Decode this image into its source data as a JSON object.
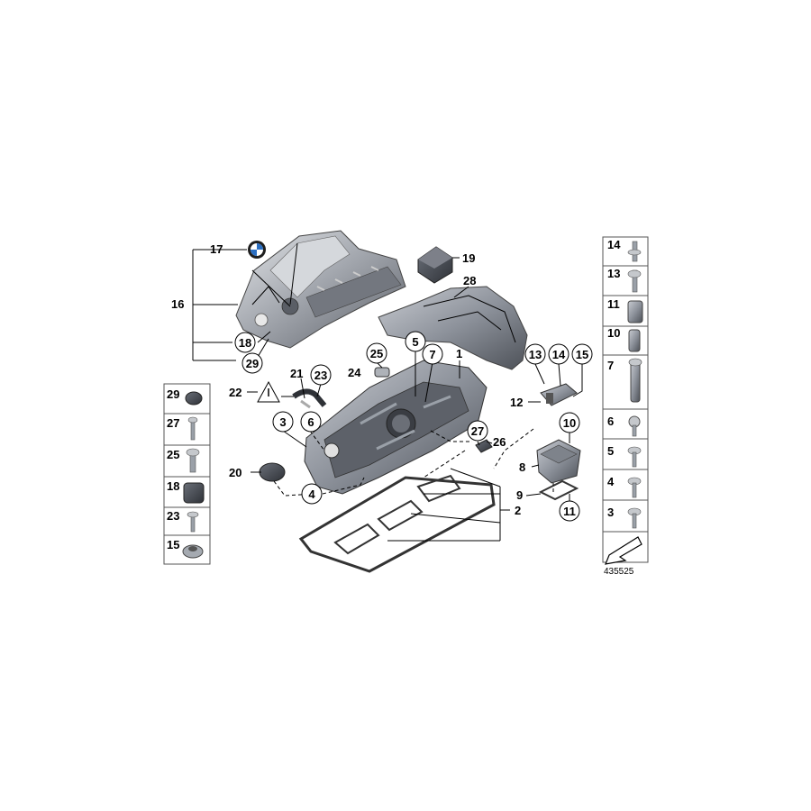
{
  "diagram": {
    "catalog_number": "435525",
    "callouts": {
      "c1": "1",
      "c2": "2",
      "c3": "3",
      "c4": "4",
      "c5": "5",
      "c6": "6",
      "c7": "7",
      "c8": "8",
      "c9": "9",
      "c10": "10",
      "c11": "11",
      "c12": "12",
      "c13": "13",
      "c14": "14",
      "c15": "15",
      "c16": "16",
      "c17": "17",
      "c18": "18",
      "c19": "19",
      "c20": "20",
      "c21": "21",
      "c22": "22",
      "c23": "23",
      "c24": "24",
      "c25": "25",
      "c26": "26",
      "c27": "27",
      "c28": "28",
      "c29": "29"
    },
    "left_panel": [
      "29",
      "27",
      "25",
      "18",
      "23",
      "15"
    ],
    "right_panel": [
      "14",
      "13",
      "11",
      "10",
      "7",
      "6",
      "5",
      "4",
      "3"
    ]
  }
}
